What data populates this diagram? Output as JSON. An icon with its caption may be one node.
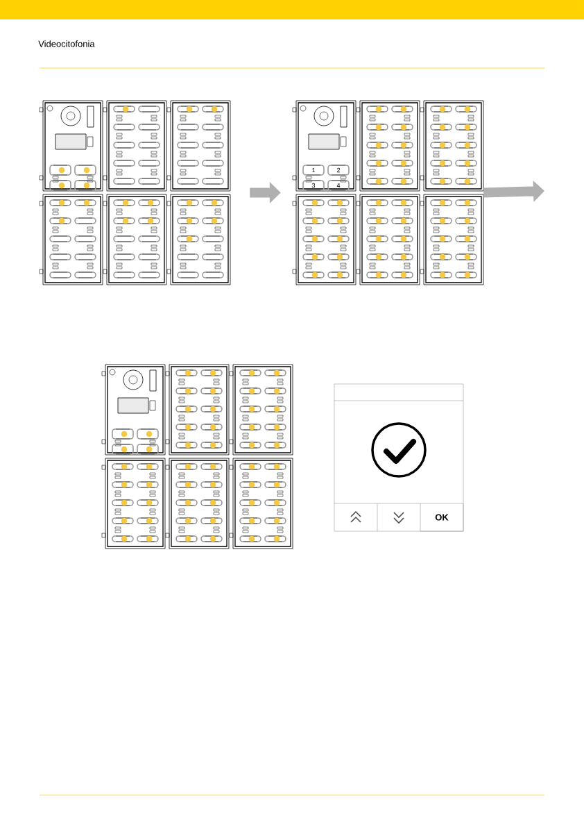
{
  "diagram": {
    "nodes": [
      {
        "text": [],
        "shape": "picture"
      },
      {
        "text": [],
        "shape": "picture"
      },
      {
        "text": [
          "OK"
        ]
      }
    ],
    "edges": [
      {
        "from": 0,
        "to": 1,
        "arrow": "to"
      },
      {
        "from": 1,
        "to": null,
        "arrow": "to"
      }
    ],
    "labels": [
      "Videocitofonia",
      "1",
      "2",
      "3",
      "4"
    ]
  }
}
